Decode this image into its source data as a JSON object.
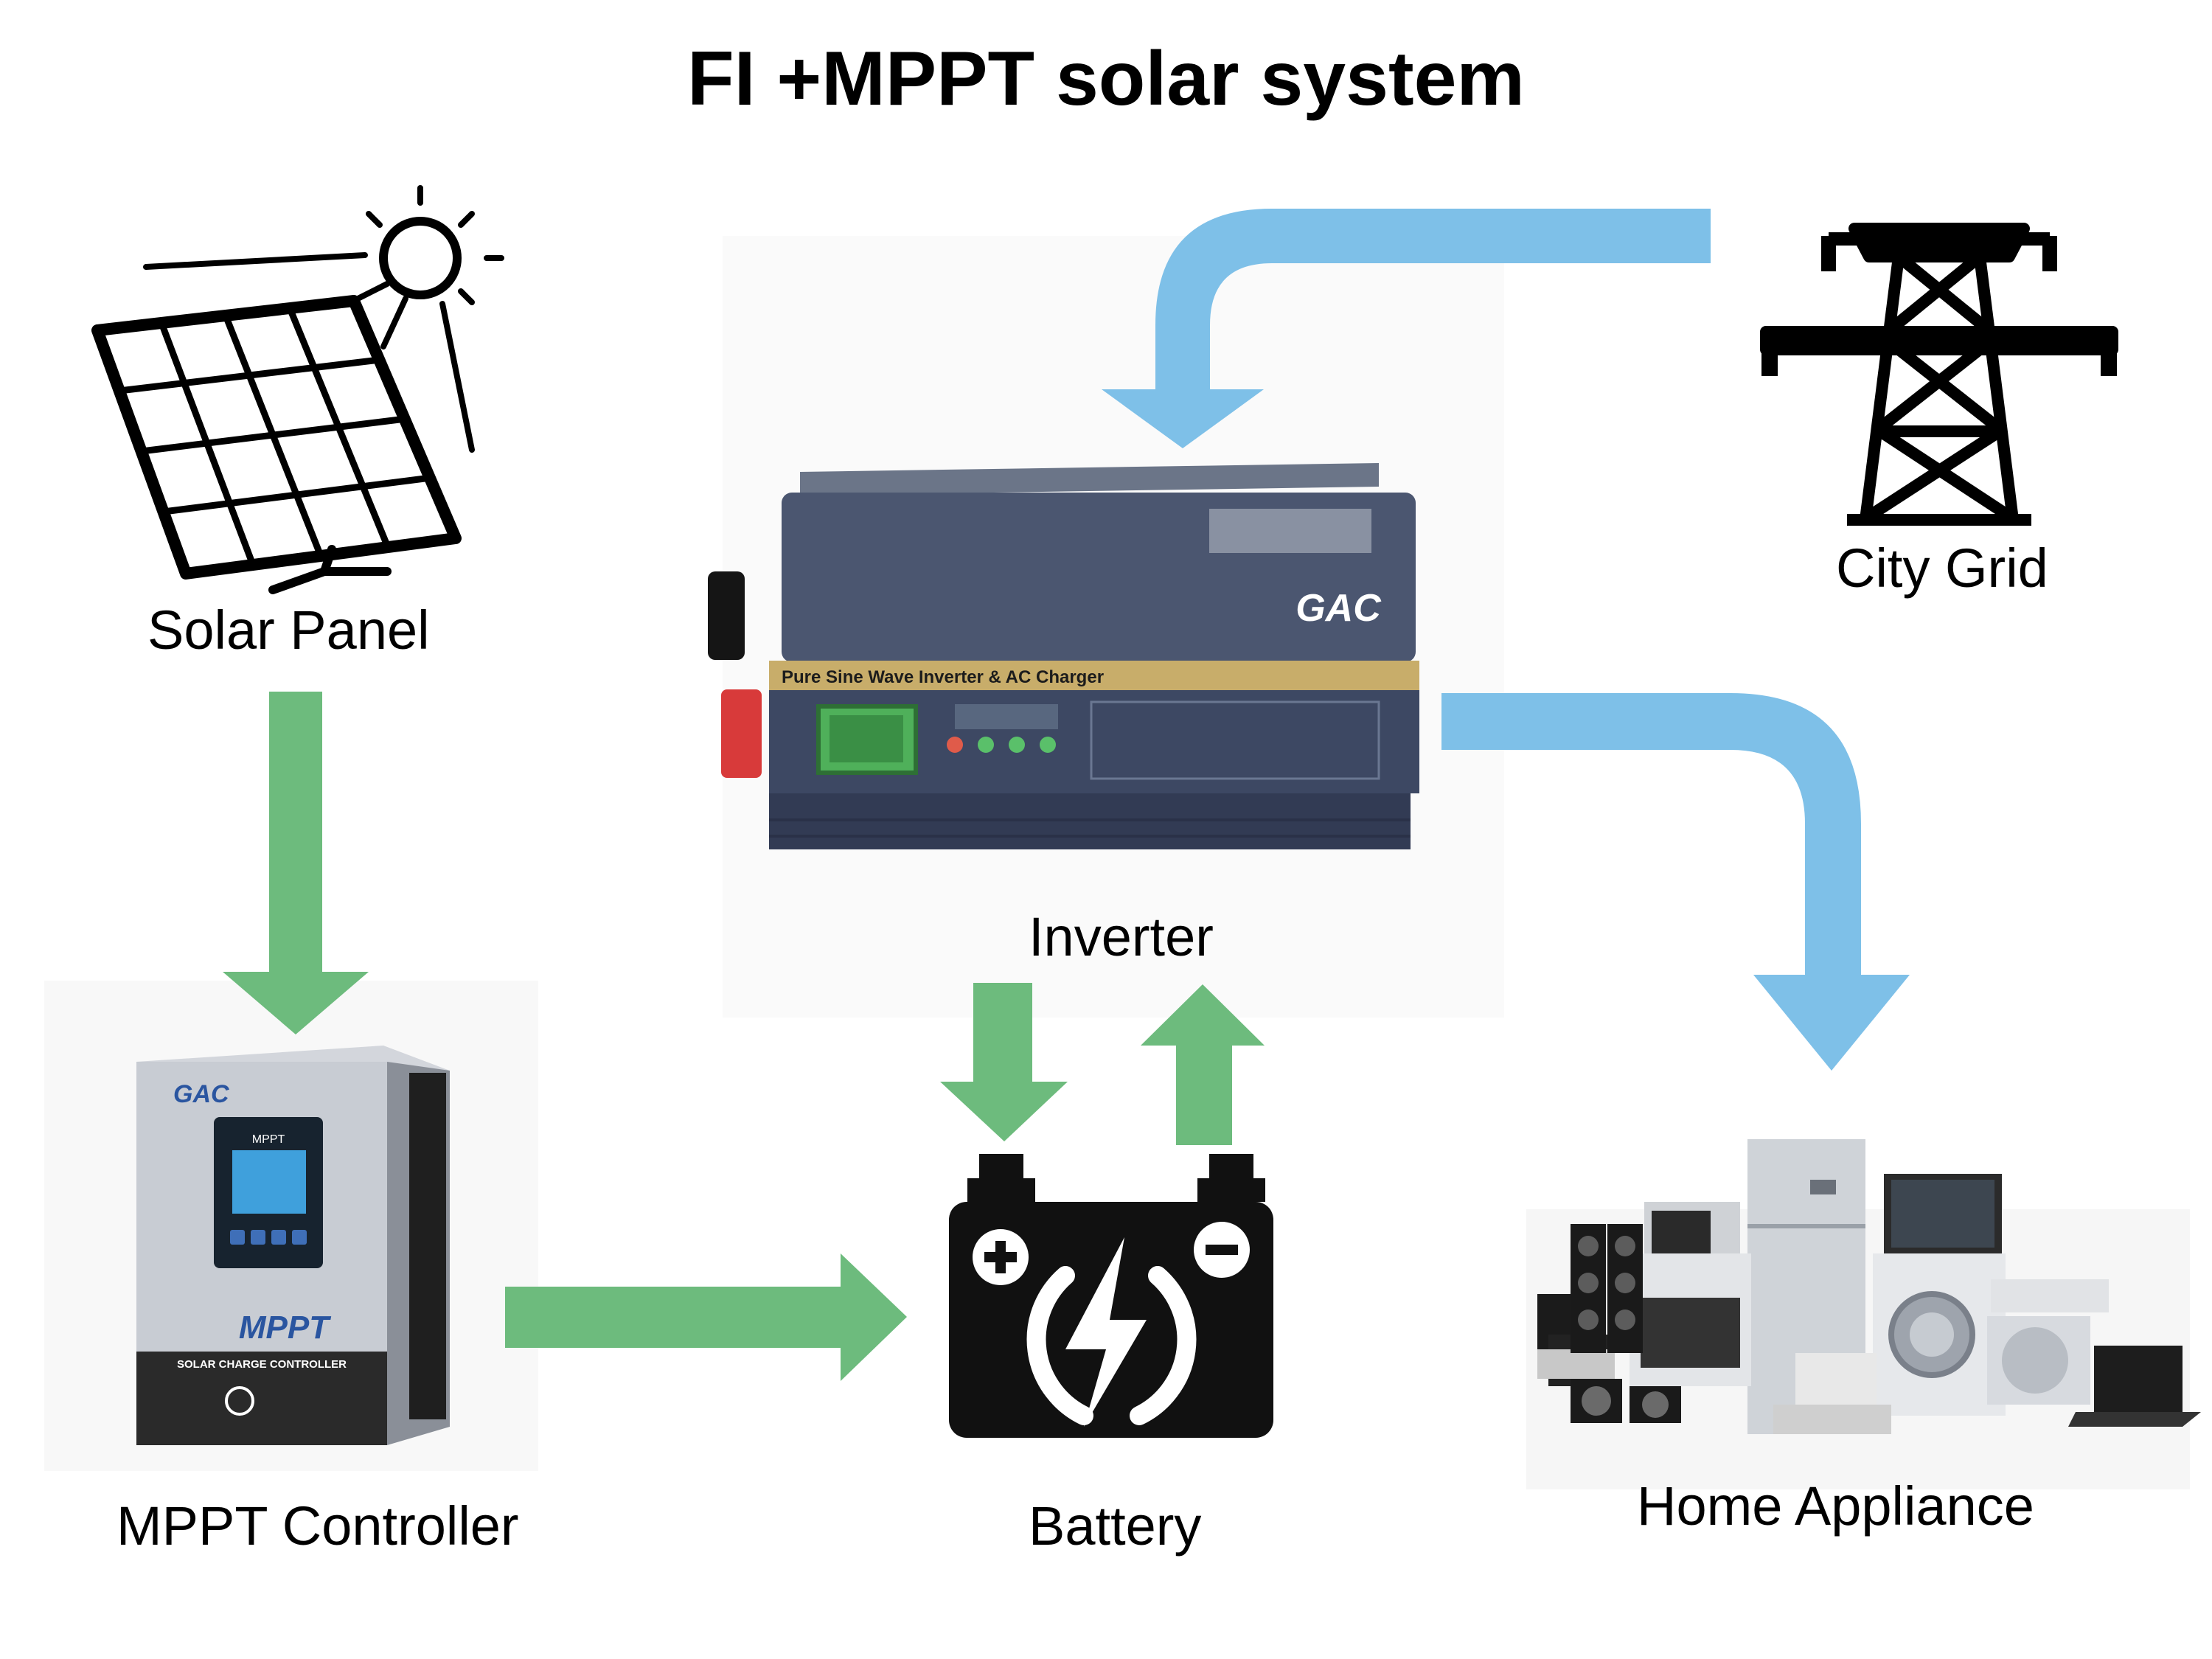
{
  "diagram": {
    "title": "FI +MPPT solar system",
    "nodes": {
      "solar_panel": "Solar Panel",
      "city_grid": "City Grid",
      "inverter": "Inverter",
      "mppt_controller": "MPPT Controller",
      "battery": "Battery",
      "home_appliance": "Home Appliance"
    },
    "device_text": {
      "inverter_brand": "GAC",
      "inverter_band": "Pure Sine Wave Inverter & AC Charger",
      "mppt_brand": "GAC",
      "mppt_screen_title": "MPPT",
      "mppt_logo": "MPPT",
      "mppt_band": "SOLAR CHARGE CONTROLLER"
    },
    "colors": {
      "green_arrow": "#6dbb7d",
      "blue_arrow": "#7ec0e8",
      "inverter_body": "#4b5670",
      "inverter_band": "#c8ad6a",
      "lcd": "#3fa0dc",
      "battery": "#111111"
    }
  }
}
